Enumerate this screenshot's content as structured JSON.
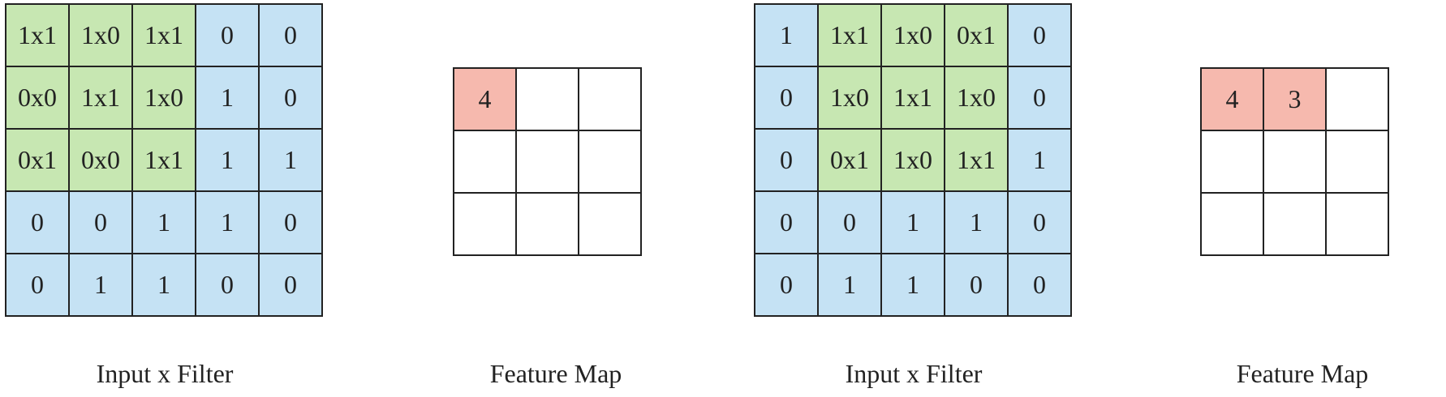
{
  "panels": [
    {
      "caption": "Input x Filter",
      "kind": "input",
      "cells": [
        [
          "1x1",
          "1x0",
          "1x1",
          "0",
          "0"
        ],
        [
          "0x0",
          "1x1",
          "1x0",
          "1",
          "0"
        ],
        [
          "0x1",
          "0x0",
          "1x1",
          "1",
          "1"
        ],
        [
          "0",
          "0",
          "1",
          "1",
          "0"
        ],
        [
          "0",
          "1",
          "1",
          "0",
          "0"
        ]
      ],
      "highlight": [
        [
          "green",
          "green",
          "green",
          "blue",
          "blue"
        ],
        [
          "green",
          "green",
          "green",
          "blue",
          "blue"
        ],
        [
          "green",
          "green",
          "green",
          "blue",
          "blue"
        ],
        [
          "blue",
          "blue",
          "blue",
          "blue",
          "blue"
        ],
        [
          "blue",
          "blue",
          "blue",
          "blue",
          "blue"
        ]
      ]
    },
    {
      "caption": "Feature Map",
      "kind": "feature",
      "cells": [
        [
          "4",
          "",
          ""
        ],
        [
          "",
          "",
          ""
        ],
        [
          "",
          "",
          ""
        ]
      ],
      "highlight": [
        [
          "red",
          "white",
          "white"
        ],
        [
          "white",
          "white",
          "white"
        ],
        [
          "white",
          "white",
          "white"
        ]
      ]
    },
    {
      "caption": "Input x Filter",
      "kind": "input",
      "cells": [
        [
          "1",
          "1x1",
          "1x0",
          "0x1",
          "0"
        ],
        [
          "0",
          "1x0",
          "1x1",
          "1x0",
          "0"
        ],
        [
          "0",
          "0x1",
          "1x0",
          "1x1",
          "1"
        ],
        [
          "0",
          "0",
          "1",
          "1",
          "0"
        ],
        [
          "0",
          "1",
          "1",
          "0",
          "0"
        ]
      ],
      "highlight": [
        [
          "blue",
          "green",
          "green",
          "green",
          "blue"
        ],
        [
          "blue",
          "green",
          "green",
          "green",
          "blue"
        ],
        [
          "blue",
          "green",
          "green",
          "green",
          "blue"
        ],
        [
          "blue",
          "blue",
          "blue",
          "blue",
          "blue"
        ],
        [
          "blue",
          "blue",
          "blue",
          "blue",
          "blue"
        ]
      ]
    },
    {
      "caption": "Feature Map",
      "kind": "feature",
      "cells": [
        [
          "4",
          "3",
          ""
        ],
        [
          "",
          "",
          ""
        ],
        [
          "",
          "",
          ""
        ]
      ],
      "highlight": [
        [
          "red",
          "red",
          "white"
        ],
        [
          "white",
          "white",
          "white"
        ],
        [
          "white",
          "white",
          "white"
        ]
      ]
    }
  ],
  "colors": {
    "input_cell": "#c5e2f4",
    "filter_window": "#c7e7b2",
    "computed_output": "#f6b9ae",
    "empty_output": "#ffffff"
  }
}
